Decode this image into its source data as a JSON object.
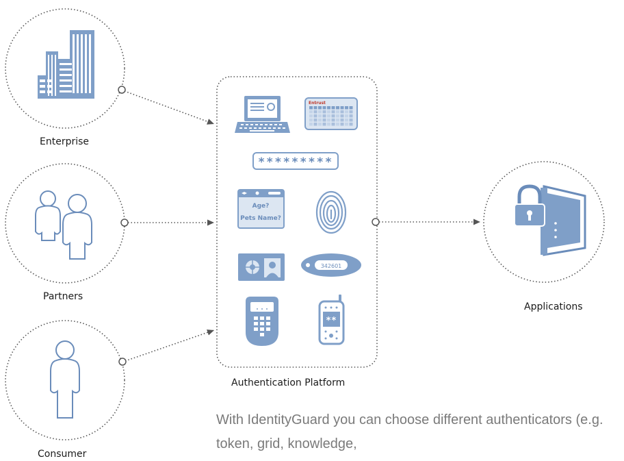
{
  "nodes": {
    "enterprise": {
      "label": "Enterprise",
      "icon": "office-buildings-icon"
    },
    "partners": {
      "label": "Partners",
      "icon": "two-people-icon"
    },
    "consumer": {
      "label": "Consumer",
      "icon": "person-icon"
    },
    "platform": {
      "label": "Authentication Platform"
    },
    "applications": {
      "label": "Applications",
      "icon": "locked-server-icon"
    }
  },
  "authenticators": {
    "laptop": {
      "icon": "laptop-certificate-icon"
    },
    "grid": {
      "icon": "grid-card-icon",
      "brand": "Entrust"
    },
    "password": {
      "icon": "password-field-icon",
      "mask": "*********"
    },
    "knowledge": {
      "icon": "knowledge-questions-icon",
      "question1": "Age?",
      "question2": "Pets Name?"
    },
    "fingerprint": {
      "icon": "fingerprint-icon"
    },
    "smartcard": {
      "icon": "smart-card-icon"
    },
    "token": {
      "icon": "otp-token-icon",
      "code": "342601"
    },
    "hardware_token": {
      "icon": "keypad-token-icon"
    },
    "mobile": {
      "icon": "mobile-phone-icon",
      "code": "**"
    }
  },
  "description": "With IdentityGuard you can choose different authenticators (e.g. token, grid, knowledge,",
  "colors": {
    "icon_fill": "#7f9fc8",
    "icon_stroke": "#6a8cba",
    "dotted_line": "#555555"
  }
}
